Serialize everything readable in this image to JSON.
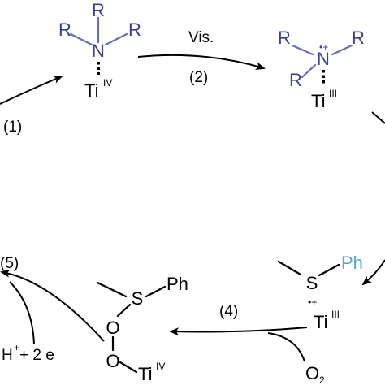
{
  "colors": {
    "amine_text": "#3d3f8a",
    "amine_bond": "#6b6fae",
    "phenyl": "#5aa7c8",
    "black": "#000000"
  },
  "steps": {
    "step1": "(1)",
    "step2": "(2)",
    "step4": "(4)",
    "step5": "(5)"
  },
  "arrow_labels": {
    "visible_light": "Vis.",
    "proton_electron": "H",
    "proton_charge": "+",
    "electrons": " + 2 e"
  },
  "titanium_amine_complex": {
    "r_top": "R",
    "r_left": "R",
    "r_right": "R",
    "nitrogen": "N",
    "metal": "Ti",
    "oxidation_state": "IV"
  },
  "amine_radical_cation_complex": {
    "r_left": "R",
    "r_right": "R",
    "r_bottom": "R",
    "nitrogen": "N",
    "radical_charge": "•+",
    "metal": "Ti",
    "oxidation_state": "III"
  },
  "sulfide_radical_cation_complex": {
    "sulfur": "S",
    "phenyl": "Ph",
    "radical_charge": "•+",
    "metal": "Ti",
    "oxidation_state": "III"
  },
  "peroxo_complex": {
    "sulfur": "S",
    "phenyl": "Ph",
    "oxygen_upper": "O",
    "oxygen_lower": "O",
    "metal": "Ti",
    "oxidation_state": "IV"
  },
  "oxygen_reagent": {
    "symbol": "O",
    "subscript": "2"
  }
}
